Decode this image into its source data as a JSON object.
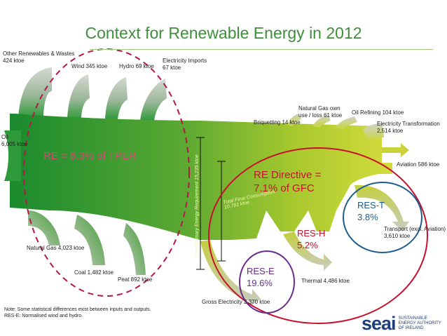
{
  "title": "Context for Renewable Energy in 2012",
  "flows": {
    "other_renewables": [
      "Other Renewables & Wastes",
      "424 ktoe"
    ],
    "wind": "Wind 345 ktoe",
    "hydro": "Hydro 69 ktoe",
    "electricity_imports": [
      "Electricity Imports",
      "67 ktoe"
    ],
    "oil": [
      "Oil",
      "6,005 ktoe"
    ],
    "natural_gas": "Natural Gas 4,023 ktoe",
    "coal": "Coal 1,482 ktoe",
    "peat": "Peat 892 ktoe",
    "briquetting": "Briquetting 14 ktoe",
    "natural_gas_own_use": [
      "Natural Gas own",
      "use / loss 61 ktoe"
    ],
    "oil_refining": "Oil Refining 104 ktoe",
    "electricity_transformation": [
      "Electricity Transformation",
      "2,514 ktoe"
    ],
    "aviation": "Aviation 586 ktoe",
    "transport": [
      "Transport (excl. Aviation)",
      "3,610 ktoe"
    ],
    "thermal": "Thermal 4,486 ktoe",
    "gross_electricity": "Gross Electricity 2,370 ktoe",
    "tper": [
      "Total Primary Energy Requirement",
      "15,235 ktoe"
    ],
    "tfc": [
      "Total Final Consumption",
      "10,761 ktoe"
    ]
  },
  "callouts": {
    "re_tper": "RE = 6.3% of TPER",
    "re_directive": [
      "RE Directive =",
      "7.1% of GFC"
    ],
    "res_t": [
      "RES-T",
      "3.8%"
    ],
    "res_h": [
      "RES-H",
      "5.2%"
    ],
    "res_e": [
      "RES-E",
      "19.6%"
    ]
  },
  "note": [
    "Note: Some statistical differences exist between inputs and outputs.",
    "RES-E: Normalised wind and hydro."
  ],
  "logo": {
    "word": "seai",
    "lines": [
      "SUSTAINABLE",
      "ENERGY AUTHORITY",
      "OF IRELAND"
    ]
  },
  "colors": {
    "title": "#3e8f3a",
    "flow_dark": "#1a8a2e",
    "flow_light": "#c9d82a",
    "inflow_top": "#c8ccc4",
    "red_ring": "#c8102e",
    "blue_ring": "#1e5d8c",
    "purple_ring": "#6a2c8c",
    "tper_ring": "#b5174a",
    "logo": "#1f3f7a"
  }
}
